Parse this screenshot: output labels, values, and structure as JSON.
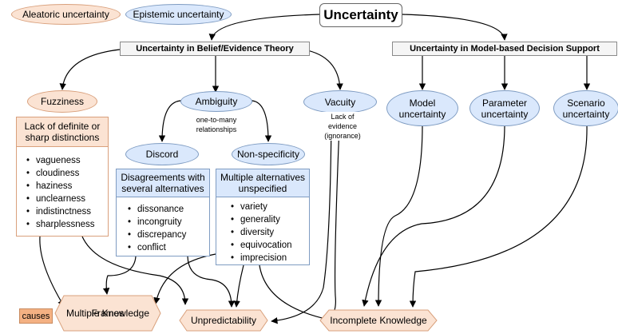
{
  "legend": {
    "aleatoric": "Aleatoric uncertainty",
    "epistemic": "Epistemic uncertainty",
    "causes": "causes"
  },
  "root": "Uncertainty",
  "branches": {
    "belief": "Uncertainty in Belief/Evidence Theory",
    "model_based": "Uncertainty in Model-based Decision Support"
  },
  "belief_nodes": {
    "fuzziness": "Fuzziness",
    "ambiguity": "Ambiguity",
    "ambiguity_note": [
      "one-to-many",
      "relationships"
    ],
    "vacuity": "Vacuity",
    "vacuity_note": [
      "Lack of",
      "evidence",
      "(ignorance)"
    ],
    "discord": "Discord",
    "nonspecificity": "Non-specificity"
  },
  "model_nodes": {
    "model": [
      "Model",
      "uncertainty"
    ],
    "parameter": [
      "Parameter",
      "uncertainty"
    ],
    "scenario": [
      "Scenario",
      "uncertainty"
    ]
  },
  "panels": {
    "fuzziness": {
      "header": [
        "Lack of definite or",
        "sharp distinctions"
      ],
      "items": [
        "vagueness",
        "cloudiness",
        "haziness",
        "unclearness",
        "indistinctness",
        "sharplessness"
      ]
    },
    "discord": {
      "header": [
        "Disagreements with",
        "several alternatives"
      ],
      "items": [
        "dissonance",
        "incongruity",
        "discrepancy",
        "conflict"
      ]
    },
    "nonspecificity": {
      "header": [
        "Multiple alternatives",
        "unspecified"
      ],
      "items": [
        "variety",
        "generality",
        "diversity",
        "equivocation",
        "imprecision"
      ]
    }
  },
  "outcomes": {
    "mkf": [
      "Multiple Knowledge",
      "Frames"
    ],
    "unpredictability": "Unpredictability",
    "incomplete": "Incomplete Knowledge"
  },
  "colors": {
    "aleatoric_fill": "#fbe3d3",
    "epistemic_fill": "#dae8fc",
    "outcome_fill": "#fbe3d3",
    "causes_fill": "#f4b183"
  }
}
